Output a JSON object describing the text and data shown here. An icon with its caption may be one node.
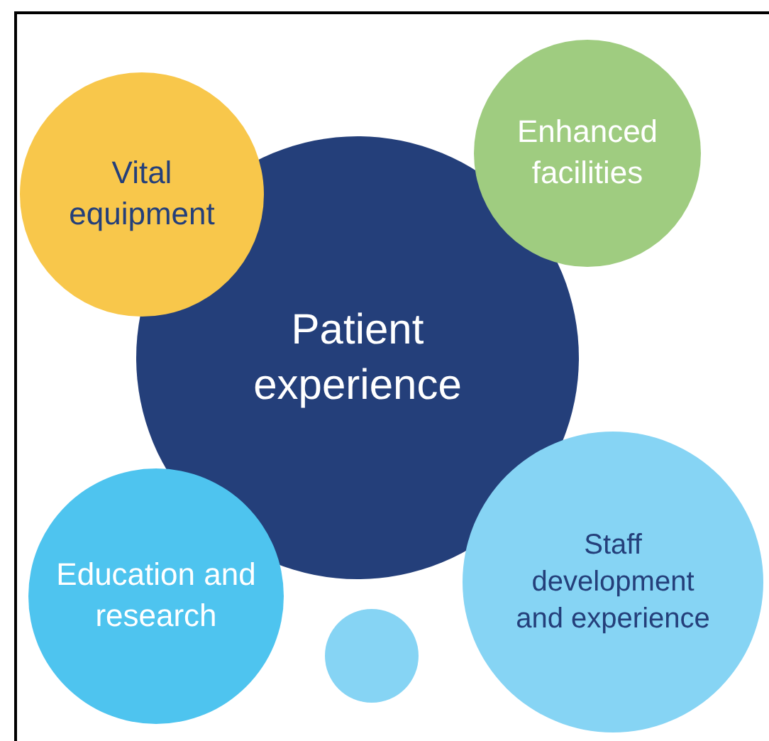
{
  "diagram": {
    "nodes": [
      {
        "text": [
          "Vital equipment"
        ]
      },
      {
        "text": [
          "Enhanced facilities"
        ]
      },
      {
        "text": [
          "Patient experience"
        ]
      },
      {
        "text": [
          "Education and research"
        ]
      },
      {
        "text": [
          "Staff development and experience"
        ]
      },
      {
        "text": [],
        "shape": "circle"
      }
    ]
  }
}
